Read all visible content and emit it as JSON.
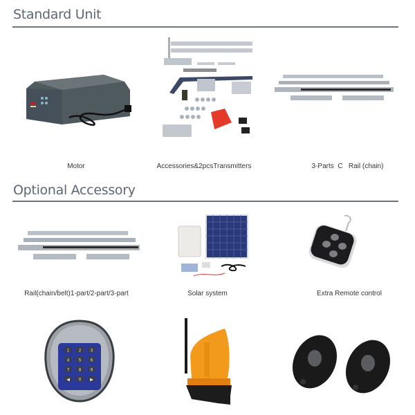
{
  "sections": [
    {
      "title": "Standard Unit",
      "items": [
        {
          "caption": "Motor",
          "icon": "motor-unit-image"
        },
        {
          "caption": "Accessories&2pcsTransmitters",
          "icon": "accessories-kit-image"
        },
        {
          "caption": "3-Parts  C   Rail (chain)",
          "icon": "rail-image"
        }
      ]
    },
    {
      "title": "Optional Accessory",
      "items": [
        {
          "caption": "Rail(chain/belt)1-part/2-part/3-part",
          "icon": "rail-image"
        },
        {
          "caption": "Solar system",
          "icon": "solar-system-image"
        },
        {
          "caption": "Extra Remote control",
          "icon": "remote-control-image"
        },
        {
          "caption": "",
          "icon": "wireless-keypad-image",
          "keys": [
            "1",
            "2",
            "3",
            "4",
            "5",
            "6",
            "7",
            "8",
            "9",
            "◀",
            "0",
            "▶"
          ]
        },
        {
          "caption": "",
          "icon": "warning-lamp-image"
        },
        {
          "caption": "",
          "icon": "photocell-sensor-image"
        }
      ]
    }
  ],
  "colors": {
    "title": "#5b6775",
    "rule": "#6a7480",
    "keypad": "#2b3a9a",
    "lamp": "#f29a1c"
  }
}
